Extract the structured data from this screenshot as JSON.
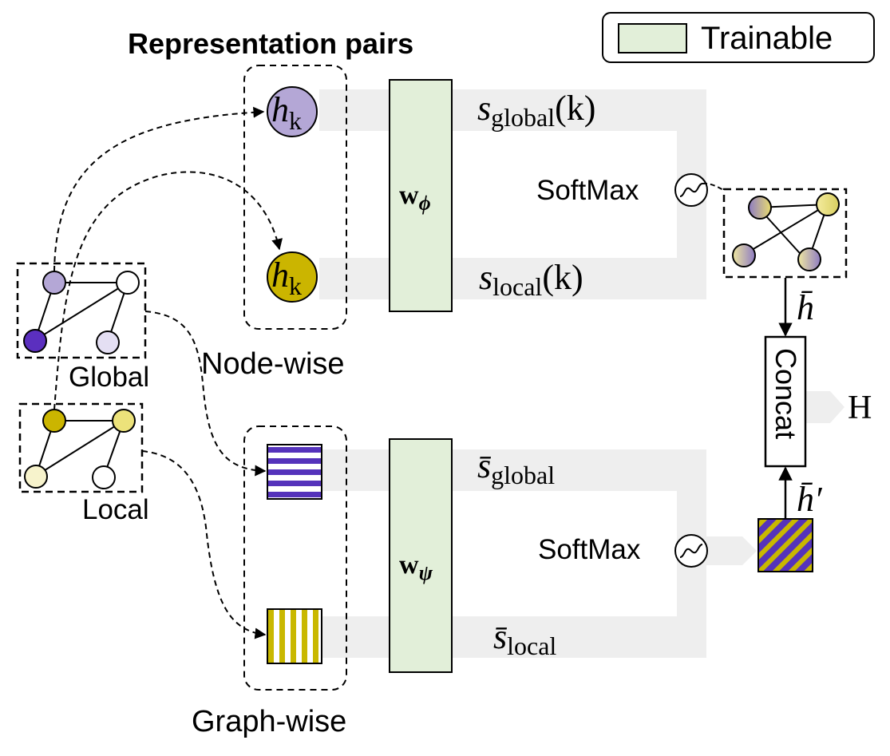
{
  "legend": {
    "label": "Trainable"
  },
  "title": "Representation pairs",
  "graphs": {
    "global_label": "Global",
    "local_label": "Local"
  },
  "groups": {
    "node_label": "Node-wise",
    "graph_label": "Graph-wise"
  },
  "nodes": {
    "h_top": "h",
    "h_top_sub": "k",
    "h_bottom": "h",
    "h_bottom_sub": "k"
  },
  "weights": {
    "w_phi": "w",
    "w_phi_sub": "ϕ",
    "w_psi": "w",
    "w_psi_sub": "ψ"
  },
  "scores": {
    "s_global_k": "s",
    "s_global_k_sub": "global",
    "s_global_k_arg": "(k)",
    "s_local_k": "s",
    "s_local_k_sub": "local",
    "s_local_k_arg": "(k)",
    "s_bar_global": "s̄",
    "s_bar_global_sub": "global",
    "s_bar_local": "s̄",
    "s_bar_local_sub": "local"
  },
  "softmax": {
    "top_label": "SoftMax",
    "bottom_label": "SoftMax"
  },
  "fusion": {
    "h_bar": "h̄",
    "h_bar_prime": "h̄′",
    "concat_label": "Concat",
    "output_label": "H"
  },
  "colors": {
    "trainable_fill": "#e2efd9",
    "flow_gray": "#eeeeee",
    "purple_light": "#b4a7d6",
    "purple_dark": "#5b2fbf",
    "purple_pale": "#e4dff3",
    "yellow_dark": "#cbb500",
    "yellow_mid": "#ece27a",
    "yellow_pale": "#f7f3cc",
    "stripe_purple": "#5533bb",
    "stripe_yellow": "#c9b800"
  }
}
